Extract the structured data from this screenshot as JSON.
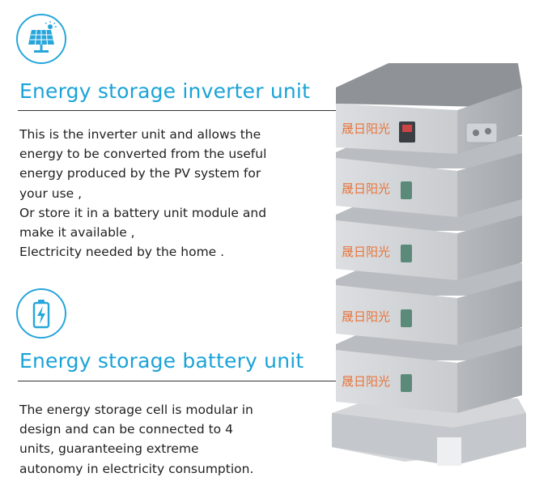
{
  "inverter_section": {
    "icon": "solar-panel-icon",
    "title": "Energy storage inverter unit",
    "lines": [
      "This is the inverter unit and allows the",
      "energy to be converted from the useful",
      "energy produced by the PV system for",
      "your use ,",
      "Or store it in a battery unit module and",
      "make it available ,",
      "Electricity needed by the home ."
    ]
  },
  "battery_section": {
    "icon": "battery-charging-icon",
    "title": "Energy storage battery unit",
    "lines": [
      "The energy storage cell is modular in",
      "design and can be connected to 4",
      "units, guaranteeing extreme",
      "autonomy in electricity consumption."
    ]
  },
  "product": {
    "brand_text": "晟日阳光",
    "modules": [
      "inverter",
      "battery",
      "battery",
      "battery",
      "battery"
    ]
  },
  "colors": {
    "accent": "#1aa3d8",
    "brand": "#e8743b",
    "unit_body": "#d6d8db",
    "unit_top": "#bcbfc3"
  }
}
